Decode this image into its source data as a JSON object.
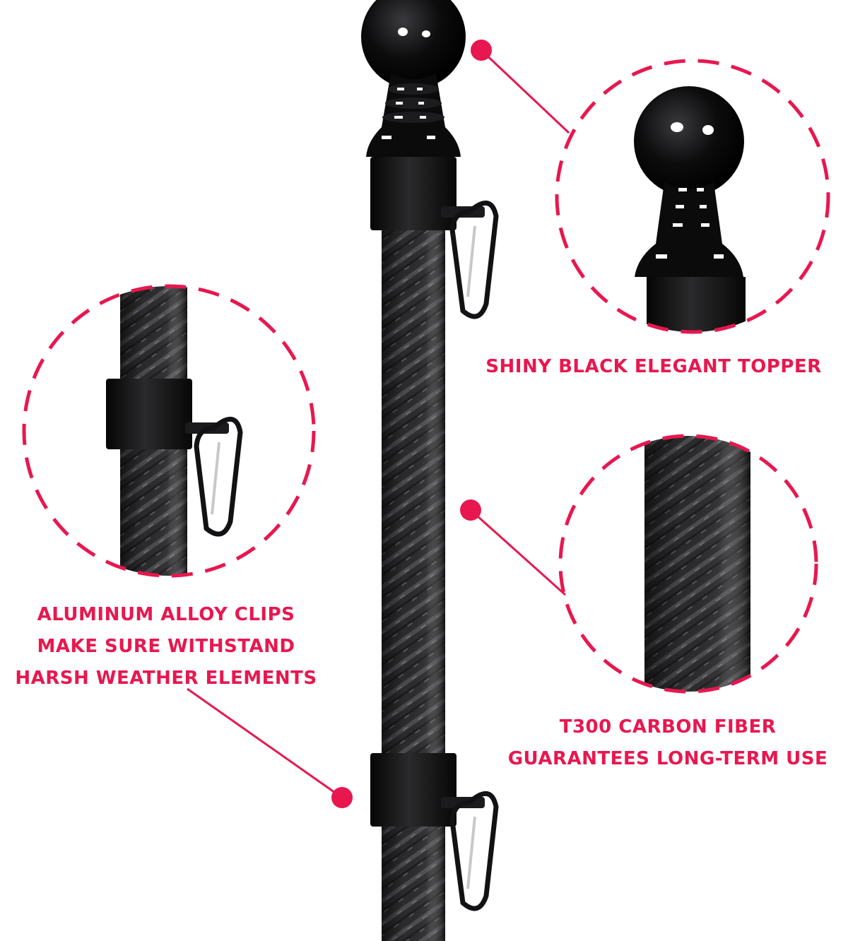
{
  "accent_color": "#e8174f",
  "callouts": {
    "topper": {
      "lines": [
        "SHINY BLACK ELEGANT TOPPER"
      ]
    },
    "clips": {
      "lines": [
        "ALUMINUM ALLOY CLIPS",
        "MAKE SURE WITHSTAND",
        "HARSH WEATHER ELEMENTS"
      ]
    },
    "carbon": {
      "lines": [
        "T300 CARBON FIBER",
        "GUARANTEES LONG-TERM USE"
      ]
    }
  }
}
